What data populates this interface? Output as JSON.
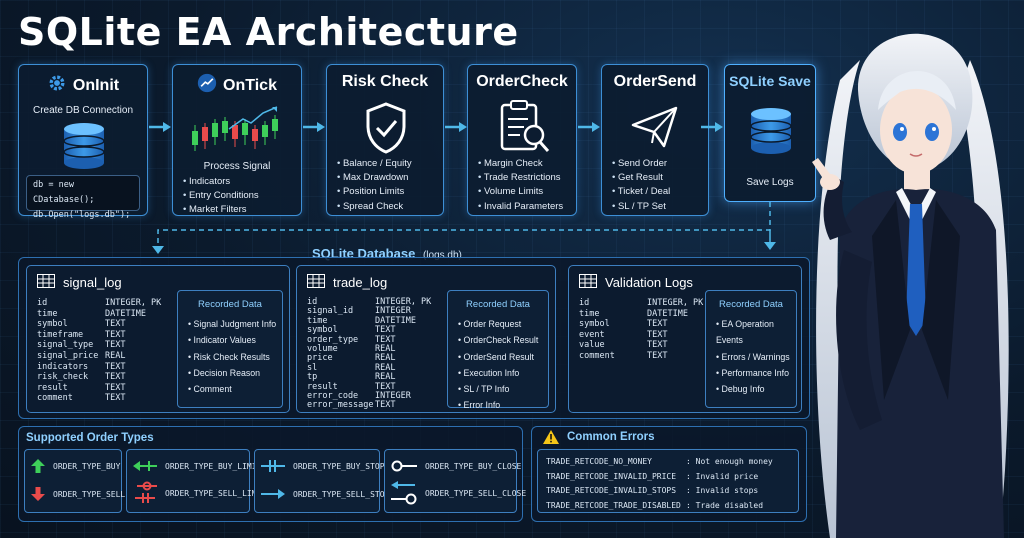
{
  "title": "SQLite EA Architecture",
  "stages": [
    {
      "title": "OnInit",
      "sub": "Create DB Connection",
      "code": [
        "db = new CDatabase();",
        "db.Open(\"logs.db\");"
      ]
    },
    {
      "title": "OnTick",
      "sub": "Process Signal",
      "items": [
        "Indicators",
        "Entry Conditions",
        "Market Filters"
      ]
    },
    {
      "title": "Risk Check",
      "items": [
        "Balance / Equity",
        "Max Drawdown",
        "Position Limits",
        "Spread Check"
      ]
    },
    {
      "title": "OrderCheck",
      "items": [
        "Margin Check",
        "Trade Restrictions",
        "Volume Limits",
        "Invalid Parameters"
      ]
    },
    {
      "title": "OrderSend",
      "items": [
        "Send Order",
        "Get Result",
        "Ticket / Deal",
        "SL / TP Set"
      ]
    },
    {
      "title": "SQLite Save",
      "sub": "Save Logs"
    }
  ],
  "database": {
    "title": "SQLite Database",
    "file": "(logs.db)"
  },
  "tables": [
    {
      "name": "signal_log",
      "columns": [
        [
          "id",
          "INTEGER, PK"
        ],
        [
          "time",
          "DATETIME"
        ],
        [
          "symbol",
          "TEXT"
        ],
        [
          "timeframe",
          "TEXT"
        ],
        [
          "signal_type",
          "TEXT"
        ],
        [
          "signal_price",
          "REAL"
        ],
        [
          "indicators",
          "TEXT"
        ],
        [
          "risk_check",
          "TEXT"
        ],
        [
          "result",
          "TEXT"
        ],
        [
          "comment",
          "TEXT"
        ]
      ],
      "recorded_title": "Recorded Data",
      "recorded": [
        "Signal Judgment Info",
        "Indicator Values",
        "Risk Check Results",
        "Decision Reason",
        "Comment"
      ]
    },
    {
      "name": "trade_log",
      "columns": [
        [
          "id",
          "INTEGER, PK"
        ],
        [
          "signal_id",
          "INTEGER"
        ],
        [
          "time",
          "DATETIME"
        ],
        [
          "symbol",
          "TEXT"
        ],
        [
          "order_type",
          "TEXT"
        ],
        [
          "volume",
          "REAL"
        ],
        [
          "price",
          "REAL"
        ],
        [
          "sl",
          "REAL"
        ],
        [
          "tp",
          "REAL"
        ],
        [
          "result",
          "TEXT"
        ],
        [
          "error_code",
          "INTEGER"
        ],
        [
          "error_message",
          "TEXT"
        ]
      ],
      "recorded_title": "Recorded Data",
      "recorded": [
        "Order Request",
        "OrderCheck Result",
        "OrderSend Result",
        "Execution Info",
        "SL / TP Info",
        "Error Info"
      ]
    },
    {
      "name": "Validation Logs",
      "columns": [
        [
          "id",
          "INTEGER, PK"
        ],
        [
          "time",
          "DATETIME"
        ],
        [
          "symbol",
          "TEXT"
        ],
        [
          "event",
          "TEXT"
        ],
        [
          "value",
          "TEXT"
        ],
        [
          "comment",
          "TEXT"
        ]
      ],
      "recorded_title": "Recorded Data",
      "recorded": [
        "EA Operation Events",
        "Errors / Warnings",
        "Performance Info",
        "Debug Info"
      ]
    }
  ],
  "order_types": {
    "title": "Supported Order Types",
    "groups": [
      [
        "ORDER_TYPE_BUY",
        "ORDER_TYPE_SELL"
      ],
      [
        "ORDER_TYPE_BUY_LIMIT",
        "ORDER_TYPE_SELL_LIMIT"
      ],
      [
        "ORDER_TYPE_BUY_STOP",
        "ORDER_TYPE_SELL_STOP"
      ],
      [
        "ORDER_TYPE_BUY_CLOSE",
        "ORDER_TYPE_SELL_CLOSE"
      ]
    ]
  },
  "errors": {
    "title": "Common Errors",
    "items": [
      [
        "TRADE_RETCODE_NO_MONEY",
        ": Not enough money"
      ],
      [
        "TRADE_RETCODE_INVALID_PRICE",
        ": Invalid price"
      ],
      [
        "TRADE_RETCODE_INVALID_STOPS",
        ": Invalid stops"
      ],
      [
        "TRADE_RETCODE_TRADE_DISABLED",
        ": Trade disabled"
      ]
    ]
  },
  "colors": {
    "accent": "#3d8fd6",
    "buy": "#3ecf5a",
    "sell": "#e94b4b",
    "stop": "#4fb8e8"
  }
}
